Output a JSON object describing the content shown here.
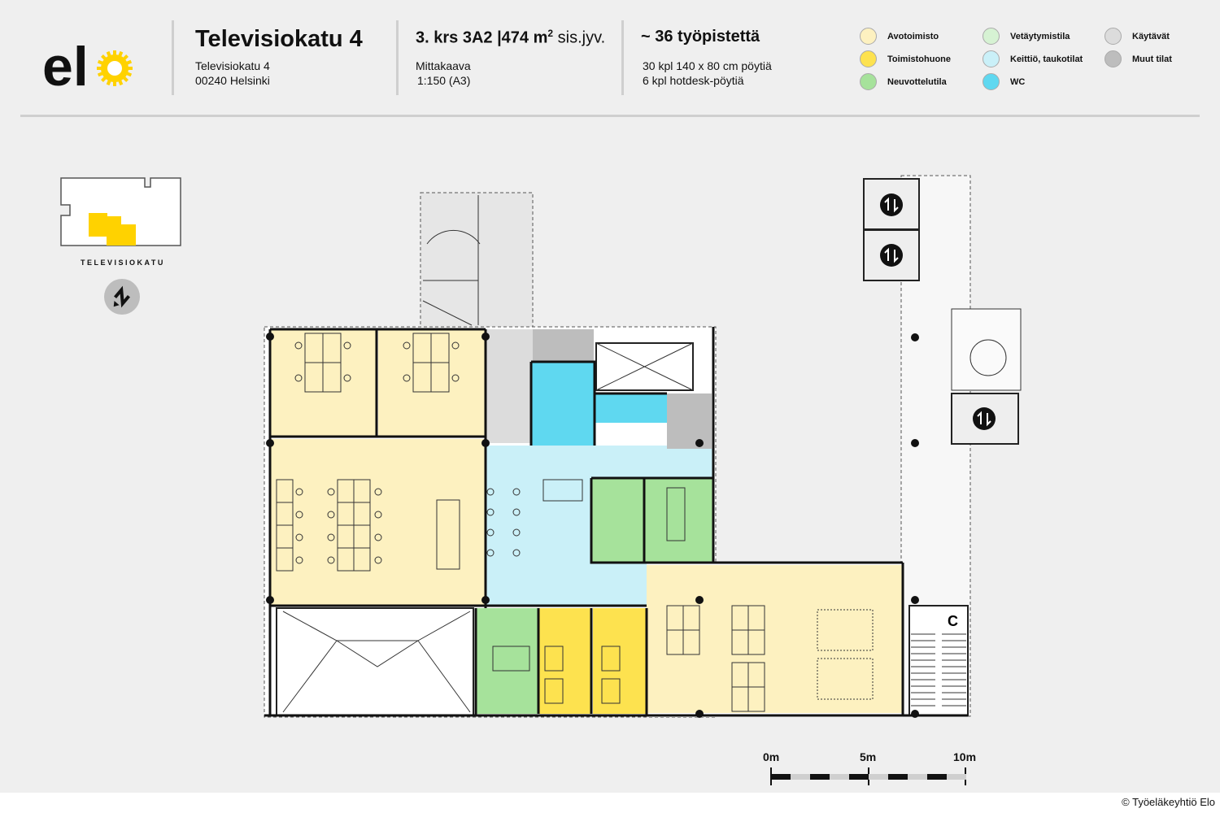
{
  "logo": {
    "text": "elo",
    "brand_color": "#ffd200"
  },
  "header": {
    "title": "Televisiokatu 4",
    "address_line1": "Televisiokatu 4",
    "address_line2": "00240 Helsinki",
    "floor_info": "3. krs 3A2 |474 m",
    "floor_sup": "2",
    "floor_suffix": " sis.jyv.",
    "scale_label": "Mittakaava",
    "scale_value": "1:150 (A3)",
    "workstations": "~ 36 työpistettä",
    "desks_line1": "30 kpl 140 x 80 cm pöytiä",
    "desks_line2": "6 kpl hotdesk-pöytiä"
  },
  "legend": [
    {
      "label": "Avotoimisto",
      "color": "#fdf1c0"
    },
    {
      "label": "Toimistohuone",
      "color": "#fde24f"
    },
    {
      "label": "Neuvottelutila",
      "color": "#a6e29b"
    },
    {
      "label": "Vetäytymistila",
      "color": "#d6f2d3"
    },
    {
      "label": "Keittiö, taukotilat",
      "color": "#caf0f8"
    },
    {
      "label": "WC",
      "color": "#5fd8f0"
    },
    {
      "label": "Käytävät",
      "color": "#dcdcdc"
    },
    {
      "label": "Muut tilat",
      "color": "#bdbdbd"
    }
  ],
  "keymap": {
    "street_label": "TELEVISIOKATU",
    "highlight_color": "#ffd200"
  },
  "compass": {
    "icon": "north-arrow-icon"
  },
  "plan": {
    "stair_label": "C"
  },
  "scalebar": {
    "labels": [
      "0m",
      "5m",
      "10m"
    ]
  },
  "copyright": "© Työeläkeyhtiö Elo"
}
